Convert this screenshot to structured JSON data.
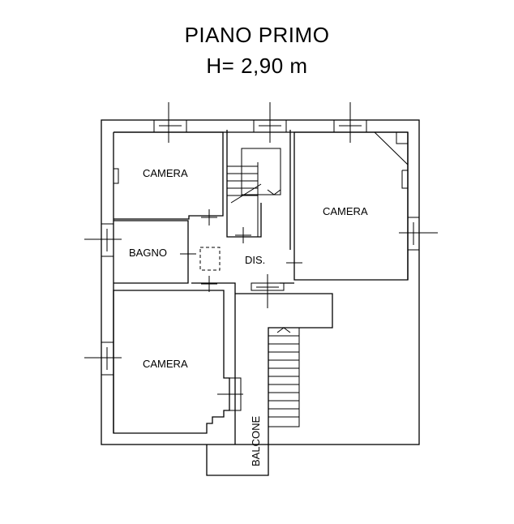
{
  "title": "PIANO PRIMO",
  "height": "H= 2,90 m",
  "rooms": {
    "camera_top_left": "CAMERA",
    "camera_right": "CAMERA",
    "camera_bottom": "CAMERA",
    "bagno": "BAGNO",
    "dis": "DIS.",
    "balcone": "BALCONE"
  }
}
